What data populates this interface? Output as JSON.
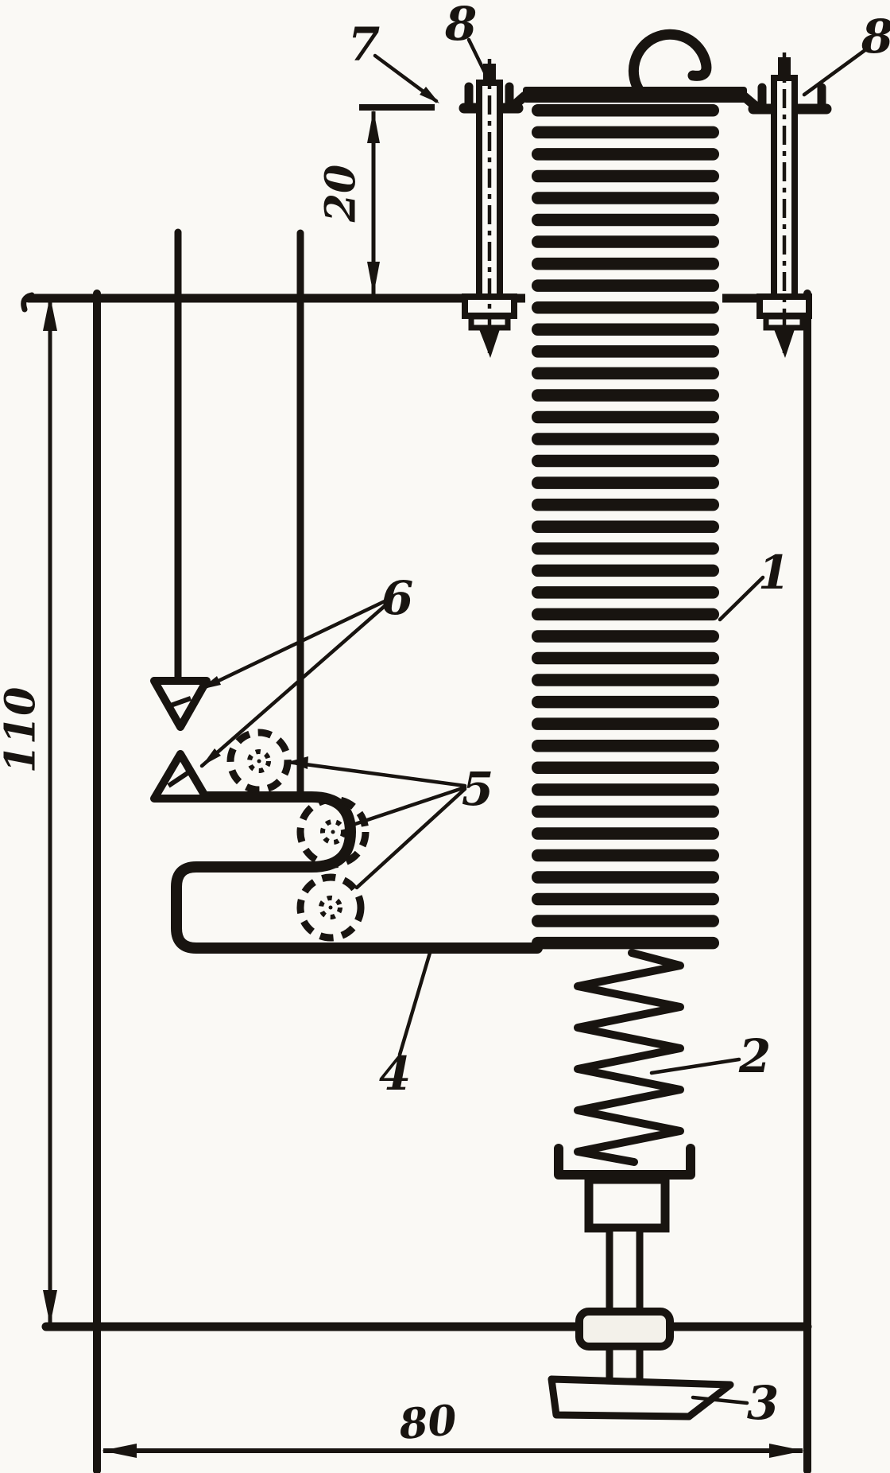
{
  "figure": {
    "paper_color": "#faf9f5",
    "ink_color": "#181410",
    "description_labels": {
      "coil": "1",
      "return_spring": "2",
      "foot": "3",
      "bracket": "4",
      "holes": "5",
      "contacts": "6",
      "flange": "7",
      "bolt_left": "8",
      "bolt_right": "8"
    },
    "dimensions": {
      "height": "110",
      "top_offset": "20",
      "width": "80"
    }
  }
}
